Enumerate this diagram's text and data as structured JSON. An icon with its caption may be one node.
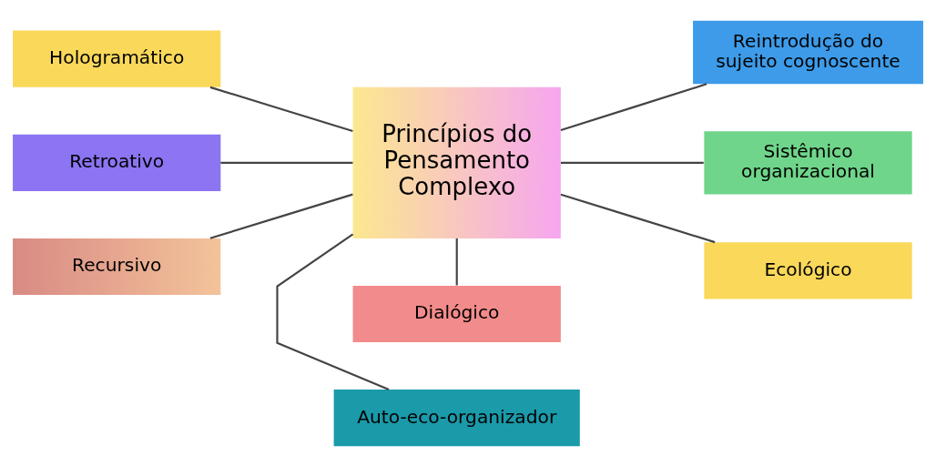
{
  "diagram": {
    "nodes": [
      {
        "text": [
          "Dialógico"
        ]
      },
      {
        "text": [
          "Hologramático"
        ]
      },
      {
        "text": [
          "Reintrodução do sujeito cognoscente"
        ]
      },
      {
        "text": [
          "Retroativo"
        ]
      },
      {
        "text": [
          "Princípios do Pensamento Complexo"
        ]
      },
      {
        "text": [
          "Sistêmico organizacional"
        ]
      },
      {
        "text": [
          "Recursivo"
        ]
      },
      {
        "text": [
          "Ecológico"
        ]
      },
      {
        "text": [
          "Auto-eco-organizador"
        ]
      }
    ],
    "edges": [
      {
        "from": 4,
        "to": 0,
        "arrow": "none"
      },
      {
        "from": 1,
        "to": 4,
        "arrow": "none"
      },
      {
        "from": 4,
        "to": 2,
        "arrow": "none"
      },
      {
        "from": 3,
        "to": 4,
        "arrow": "none"
      },
      {
        "from": 4,
        "to": 5,
        "arrow": "none"
      },
      {
        "from": 6,
        "to": 4,
        "arrow": "none"
      },
      {
        "from": 4,
        "to": 7,
        "arrow": "none"
      },
      {
        "from": 4,
        "to": 8,
        "arrow": "none"
      }
    ]
  }
}
